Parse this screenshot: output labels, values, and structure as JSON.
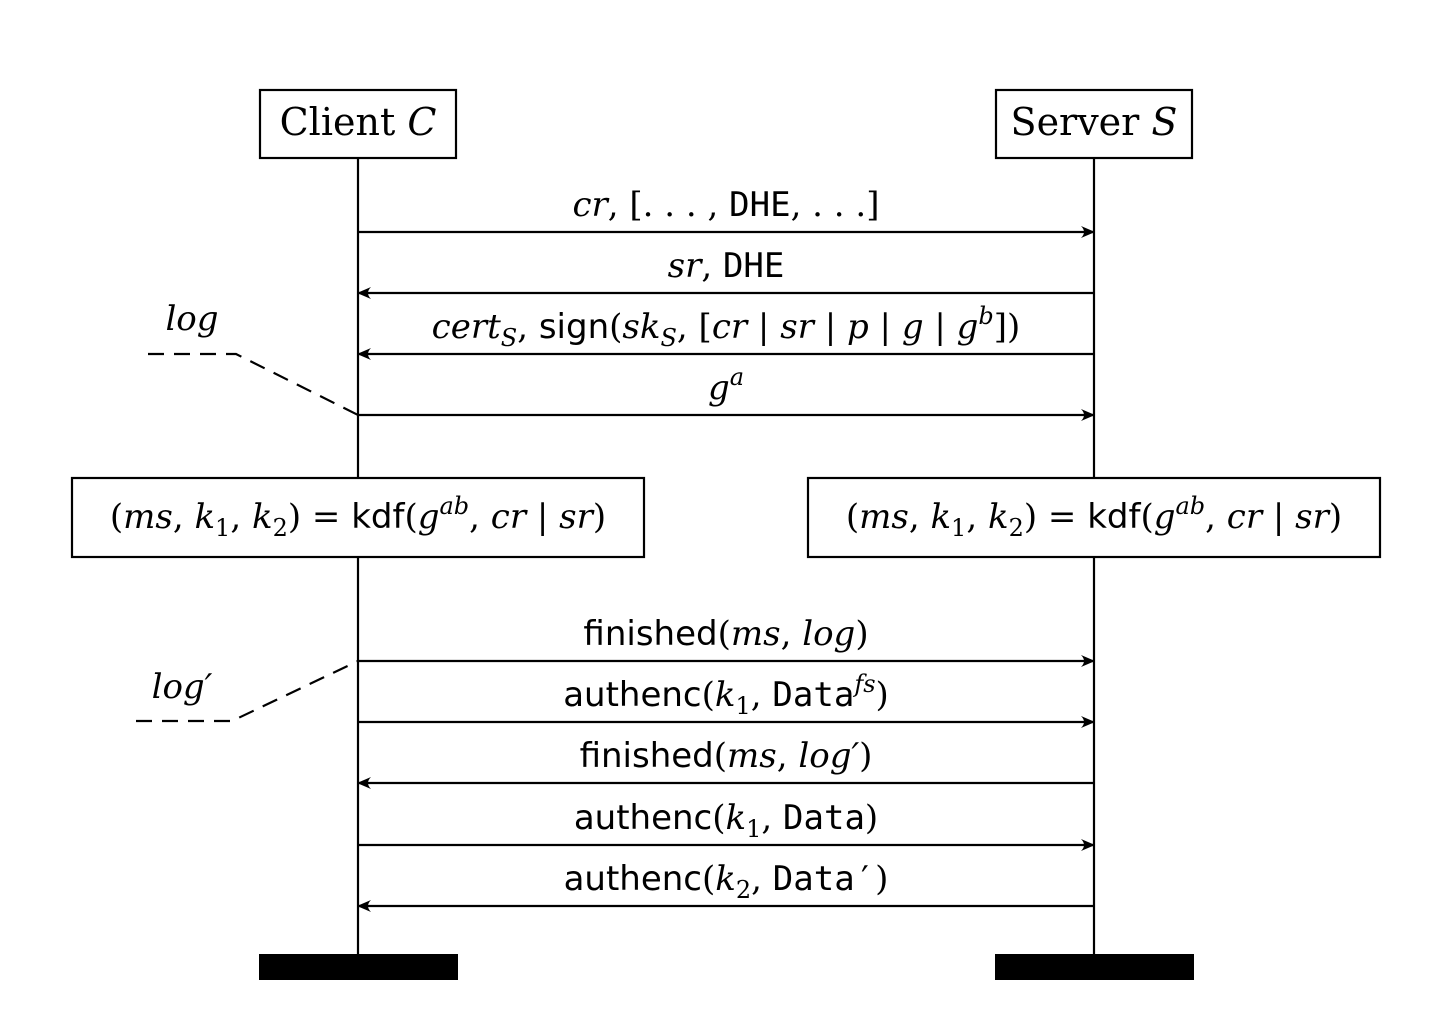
{
  "participants": {
    "client": {
      "prefix": "Client ",
      "symbol": "C"
    },
    "server": {
      "prefix": "Server ",
      "symbol": "S"
    }
  },
  "messages": [
    {
      "id": "m1",
      "direction": "client-to-server",
      "text": "cr, [. . . , DHE, . . .]"
    },
    {
      "id": "m2",
      "direction": "server-to-client",
      "text": "sr, DHE"
    },
    {
      "id": "m3",
      "direction": "server-to-client",
      "text": "certS, sign(skS, [cr | sr | p | g | g^b])"
    },
    {
      "id": "m4",
      "direction": "client-to-server",
      "text": "g^a"
    },
    {
      "id": "m5",
      "direction": "client-to-server",
      "text": "finished(ms, log)"
    },
    {
      "id": "m6",
      "direction": "client-to-server",
      "text": "authenc(k1, Data^fs)"
    },
    {
      "id": "m7",
      "direction": "server-to-client",
      "text": "finished(ms, log′)"
    },
    {
      "id": "m8",
      "direction": "client-to-server",
      "text": "authenc(k1, Data)"
    },
    {
      "id": "m9",
      "direction": "server-to-client",
      "text": "authenc(k2, Data′)"
    }
  ],
  "computations": {
    "client": "(ms, k1, k2) = kdf(g^ab, cr | sr)",
    "server": "(ms, k1, k2) = kdf(g^ab, cr | sr)"
  },
  "log_labels": {
    "log": "log",
    "log_prime": "log′"
  }
}
